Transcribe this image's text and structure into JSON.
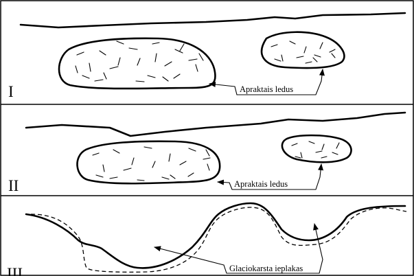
{
  "panels": [
    {
      "id": "I",
      "numeral": "I",
      "label": "Apraktais ledus"
    },
    {
      "id": "II",
      "numeral": "II",
      "label": "Apraktais ledus"
    },
    {
      "id": "III",
      "numeral": "III",
      "label": "Glaciokarsta ieplakas"
    }
  ]
}
